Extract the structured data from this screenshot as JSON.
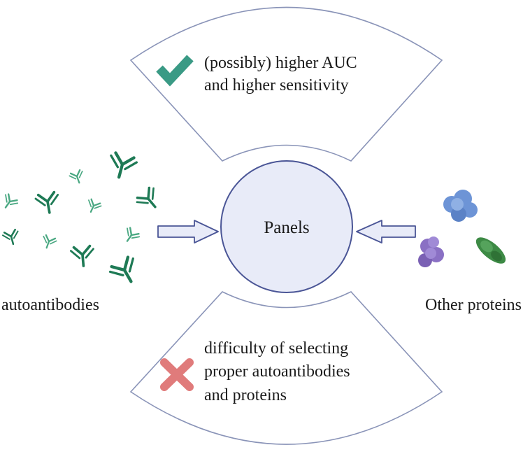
{
  "center": {
    "label": "Panels"
  },
  "top_panel": {
    "line1": "(possibly) higher AUC",
    "line2": "and higher sensitivity",
    "icon": "check-icon",
    "icon_color": "#3a9a85"
  },
  "bottom_panel": {
    "line1": "difficulty of selecting",
    "line2": "proper autoantibodies",
    "line3": "and proteins",
    "icon": "cross-icon",
    "icon_color": "#e07b7b"
  },
  "left_group": {
    "label": "autoantibodies",
    "icon": "antibody-icon"
  },
  "right_group": {
    "label": "Other proteins",
    "icon": "protein-icon"
  },
  "colors": {
    "outline": "#8a94b8",
    "circle_fill": "#e8ebf8",
    "circle_stroke": "#4a5596",
    "arrow_fill": "#e8ebf8",
    "arrow_stroke": "#4a5596",
    "antibody_dark": "#1e7a55",
    "antibody_light": "#4aa882",
    "protein_blue": "#6d94d6",
    "protein_purple": "#8a70c4",
    "protein_green": "#3d8a45"
  }
}
